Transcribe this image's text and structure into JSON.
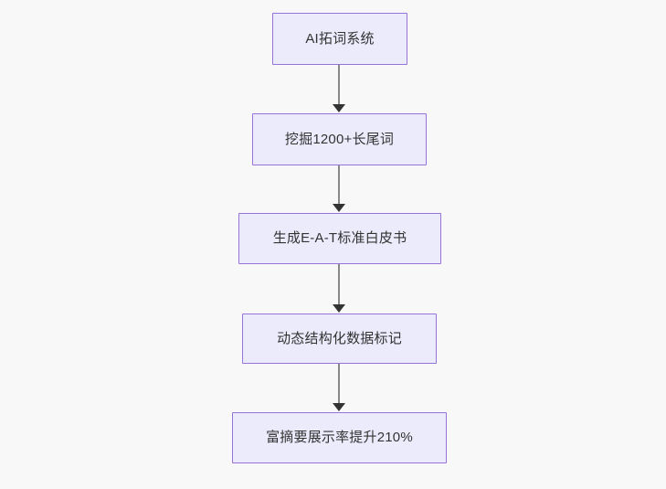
{
  "diagram": {
    "type": "flowchart",
    "orientation": "top-to-bottom",
    "background_color": "#f8f8f8",
    "node_fill_color": "#ecebfc",
    "node_border_color": "#9673d8",
    "node_text_color": "#333333",
    "edge_line_color": "#888888",
    "edge_arrow_color": "#333333",
    "nodes": [
      {
        "id": "n0",
        "label": "AI拓词系统"
      },
      {
        "id": "n1",
        "label": "挖掘1200+长尾词"
      },
      {
        "id": "n2",
        "label": "生成E-A-T标准白皮书"
      },
      {
        "id": "n3",
        "label": "动态结构化数据标记"
      },
      {
        "id": "n4",
        "label": "富摘要展示率提升210%"
      }
    ],
    "edges": [
      {
        "from": "n0",
        "to": "n1",
        "label": ""
      },
      {
        "from": "n1",
        "to": "n2",
        "label": ""
      },
      {
        "from": "n2",
        "to": "n3",
        "label": ""
      },
      {
        "from": "n3",
        "to": "n4",
        "label": ""
      }
    ]
  }
}
